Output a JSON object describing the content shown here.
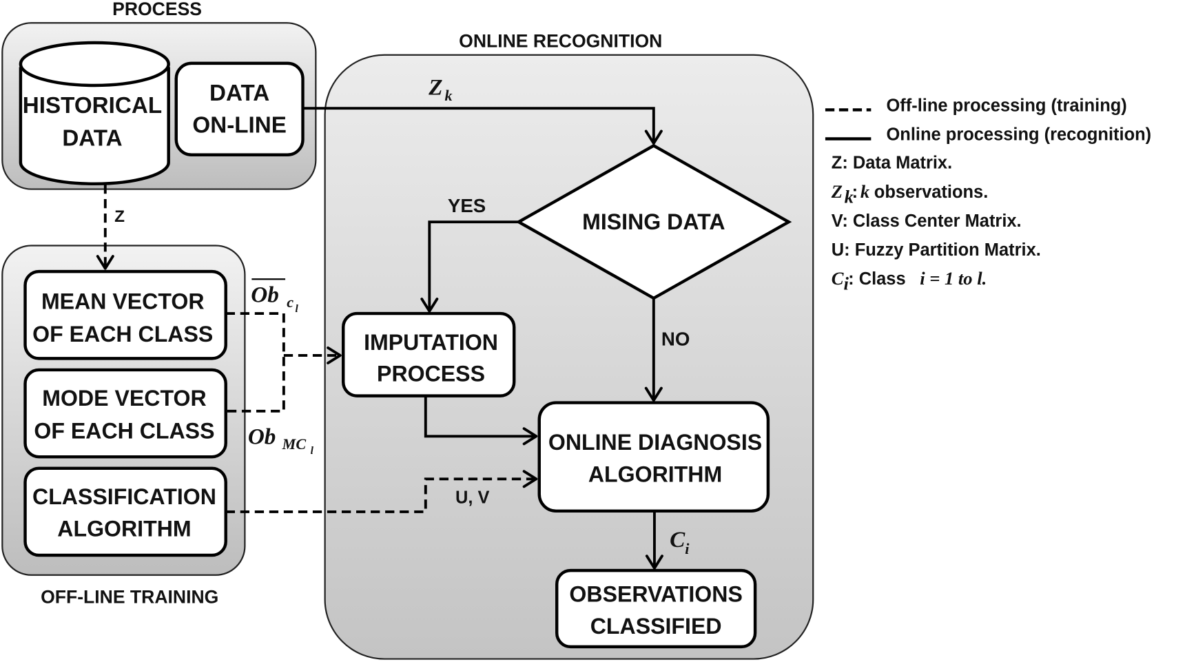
{
  "groups": {
    "process": "PROCESS",
    "online_recognition": "ONLINE RECOGNITION",
    "offline_training": "OFF-LINE TRAINING"
  },
  "nodes": {
    "historical_data": [
      "HISTORICAL",
      "DATA"
    ],
    "data_online": [
      "DATA",
      "ON-LINE"
    ],
    "mean_vector": [
      "MEAN VECTOR",
      "OF EACH CLASS"
    ],
    "mode_vector": [
      "MODE VECTOR",
      "OF EACH CLASS"
    ],
    "classification": [
      "CLASSIFICATION",
      "ALGORITHM"
    ],
    "missing_data": "MISING DATA",
    "imputation": [
      "IMPUTATION",
      "PROCESS"
    ],
    "online_diagnosis": [
      "ONLINE DIAGNOSIS",
      "ALGORITHM"
    ],
    "observations": [
      "OBSERVATIONS",
      "CLASSIFIED"
    ]
  },
  "edge_labels": {
    "z": "Z",
    "zk_main": "Z",
    "zk_sub": "k",
    "yes": "YES",
    "no": "NO",
    "uv": "U, V",
    "ci_main": "C",
    "ci_sub": "i",
    "ob_mean_main": "Ob",
    "ob_mean_sub": "c",
    "ob_mean_subsub": "l",
    "ob_mode_main": "Ob",
    "ob_mode_sub": "MC",
    "ob_mode_subsub": "l"
  },
  "legend": {
    "dashed": "Off-line processing (training)",
    "solid": "Online processing (recognition)",
    "z_def": "Z: Data Matrix.",
    "zk_sym": "Z",
    "zk_sub": "k",
    "zk_k": "k",
    "zk_rest": "observations.",
    "v_def": "V: Class Center Matrix.",
    "u_def": "U: Fuzzy Partition Matrix.",
    "ci_sym": "C",
    "ci_sub": "i",
    "ci_text": ": Class ",
    "ci_math": "i = 1 to l."
  }
}
